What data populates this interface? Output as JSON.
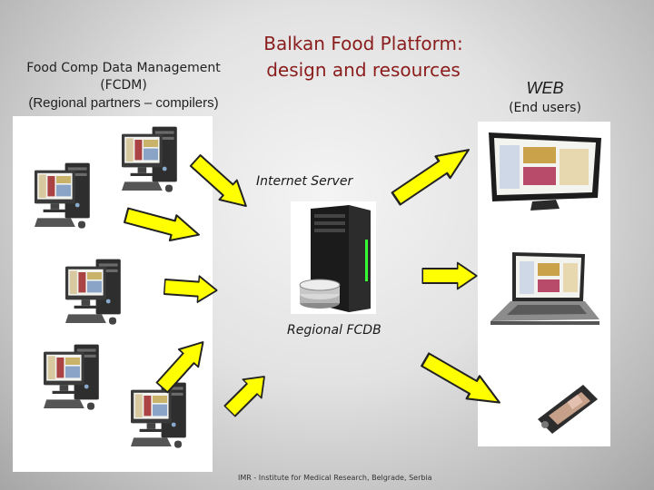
{
  "title": {
    "line1": "Balkan Food Platform:",
    "line2": "design and resources"
  },
  "left_header": {
    "line1": "Food Comp Data Management",
    "line2": "(FCDM)",
    "line3": "(Regional partners – compilers)"
  },
  "right_header": {
    "line1": "WEB",
    "line2": "(End users)"
  },
  "server": {
    "top_label": "Internet Server",
    "bottom_label": "Regional FCDB"
  },
  "footer": "IMR - Institute for Medical Research, Belgrade, Serbia",
  "colors": {
    "title": "#8a1c1c",
    "arrow_fill": "#ffff00",
    "arrow_stroke": "#222222",
    "server_light": "#33ff33"
  },
  "icons": {
    "workstation": "desktop-computer-icon",
    "server": "server-tower-icon",
    "database": "database-icon",
    "monitor": "lcd-monitor-icon",
    "laptop": "laptop-icon",
    "phone": "mobile-phone-icon"
  }
}
